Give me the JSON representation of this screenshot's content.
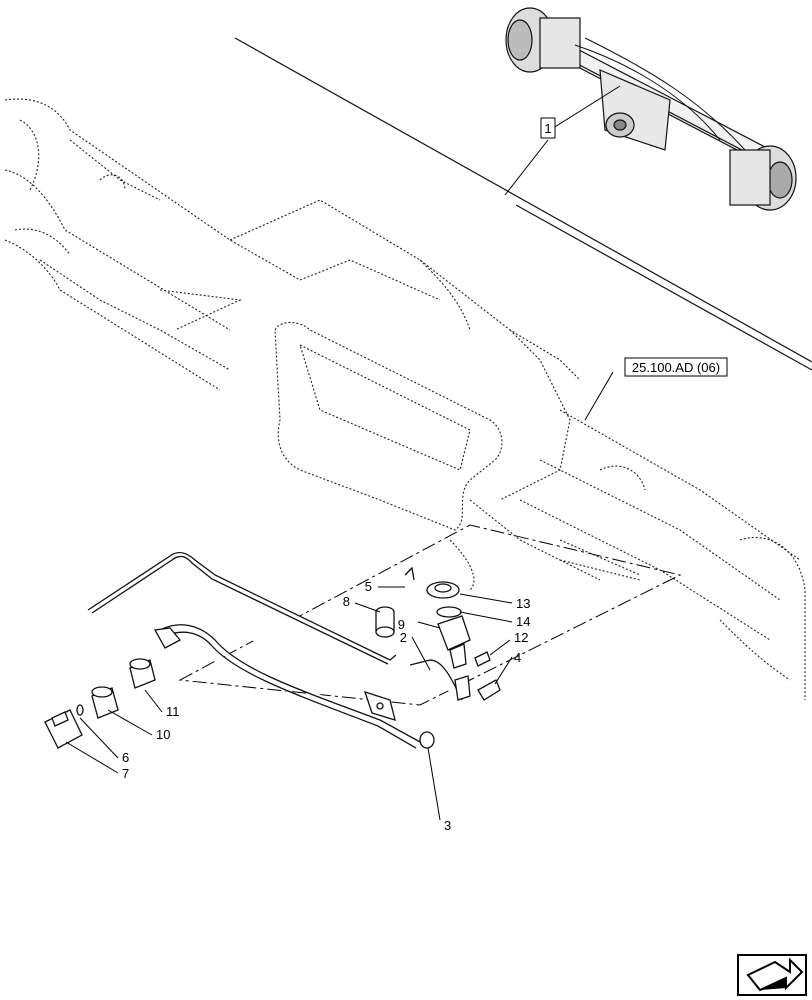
{
  "reference_label": "25.100.AD (06)",
  "inset_callout": "1",
  "callouts": [
    "2",
    "3",
    "4",
    "5",
    "6",
    "7",
    "8",
    "9",
    "10",
    "11",
    "12",
    "13",
    "14"
  ]
}
